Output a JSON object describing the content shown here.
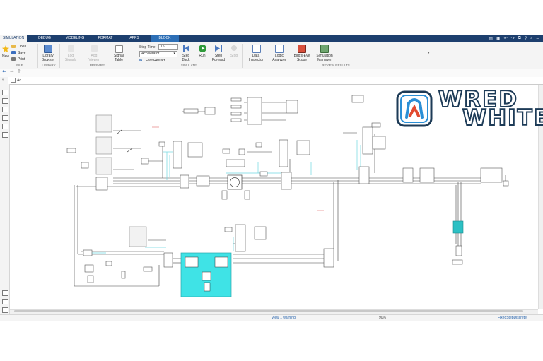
{
  "tabs": [
    "SIMULATION",
    "DEBUG",
    "MODELING",
    "FORMAT",
    "APPS",
    "BLOCK"
  ],
  "ribbon": {
    "new": "New",
    "open": "Open",
    "save": "Save",
    "print": "Print",
    "file_section": "FILE",
    "library_browser": [
      "Library",
      "Browser"
    ],
    "library_section": "LIBRARY",
    "log_signals": [
      "Log",
      "Signals"
    ],
    "add_viewer": [
      "Add",
      "Viewer"
    ],
    "signal_table": [
      "Signal",
      "Table"
    ],
    "prepare_section": "PREPARE",
    "stop_time_label": "Stop Time",
    "stop_time_value": "15",
    "mode": "Accelerator",
    "fast_restart": "Fast Restart",
    "step_back": [
      "Step",
      "Back"
    ],
    "run": "Run",
    "step_forward": [
      "Step",
      "Forward"
    ],
    "stop": "Stop",
    "simulate_section": "SIMULATE",
    "data_inspector": [
      "Data",
      "Inspector"
    ],
    "logic_analyzer": [
      "Logic",
      "Analyzer"
    ],
    "birds_eye": [
      "Bird's-Eye",
      "Scope"
    ],
    "sim_manager": [
      "Simulation",
      "Manager"
    ],
    "review_section": "REVIEW RESULTS"
  },
  "breadcrumb": "Ac",
  "logo": {
    "line1": "WRED",
    "line2": "WHITE"
  },
  "status": {
    "warning": "View 1 warning",
    "zoom": "90%",
    "solver": "FixedStepDiscrete"
  },
  "colors": {
    "tabbar": "#1d3f6e",
    "block_tab": "#2d6fb6",
    "subsystem": "#3fe3e6",
    "line": "#333333",
    "cyan_line": "#6fd7e0"
  }
}
